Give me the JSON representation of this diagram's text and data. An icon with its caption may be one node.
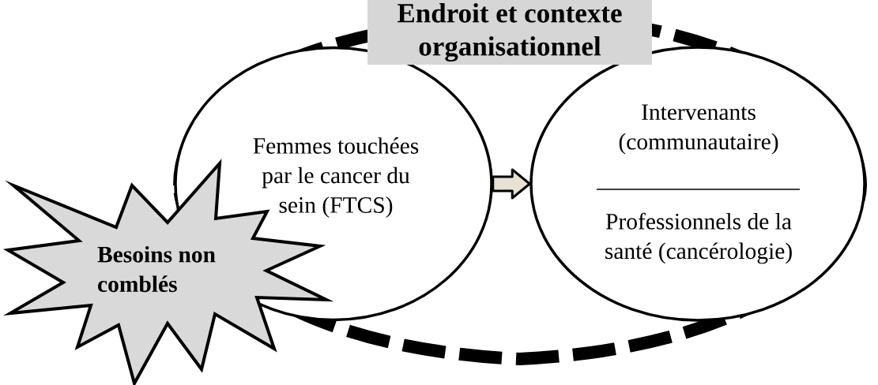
{
  "diagram": {
    "nodes": [
      {
        "text": [
          "Endroit et contexte organisationnel"
        ]
      },
      {
        "text": [
          "Femmes touchées par le cancer du sein (FTCS)"
        ],
        "in": 0
      },
      {
        "text": [
          "Intervenants (communautaire)",
          "Professionnels de la santé (cancérologie)"
        ],
        "in": 0
      },
      {
        "text": [
          "Besoins non comblés"
        ]
      }
    ],
    "edges": [
      {
        "from": 1,
        "to": 2,
        "arrow": "to"
      }
    ]
  }
}
